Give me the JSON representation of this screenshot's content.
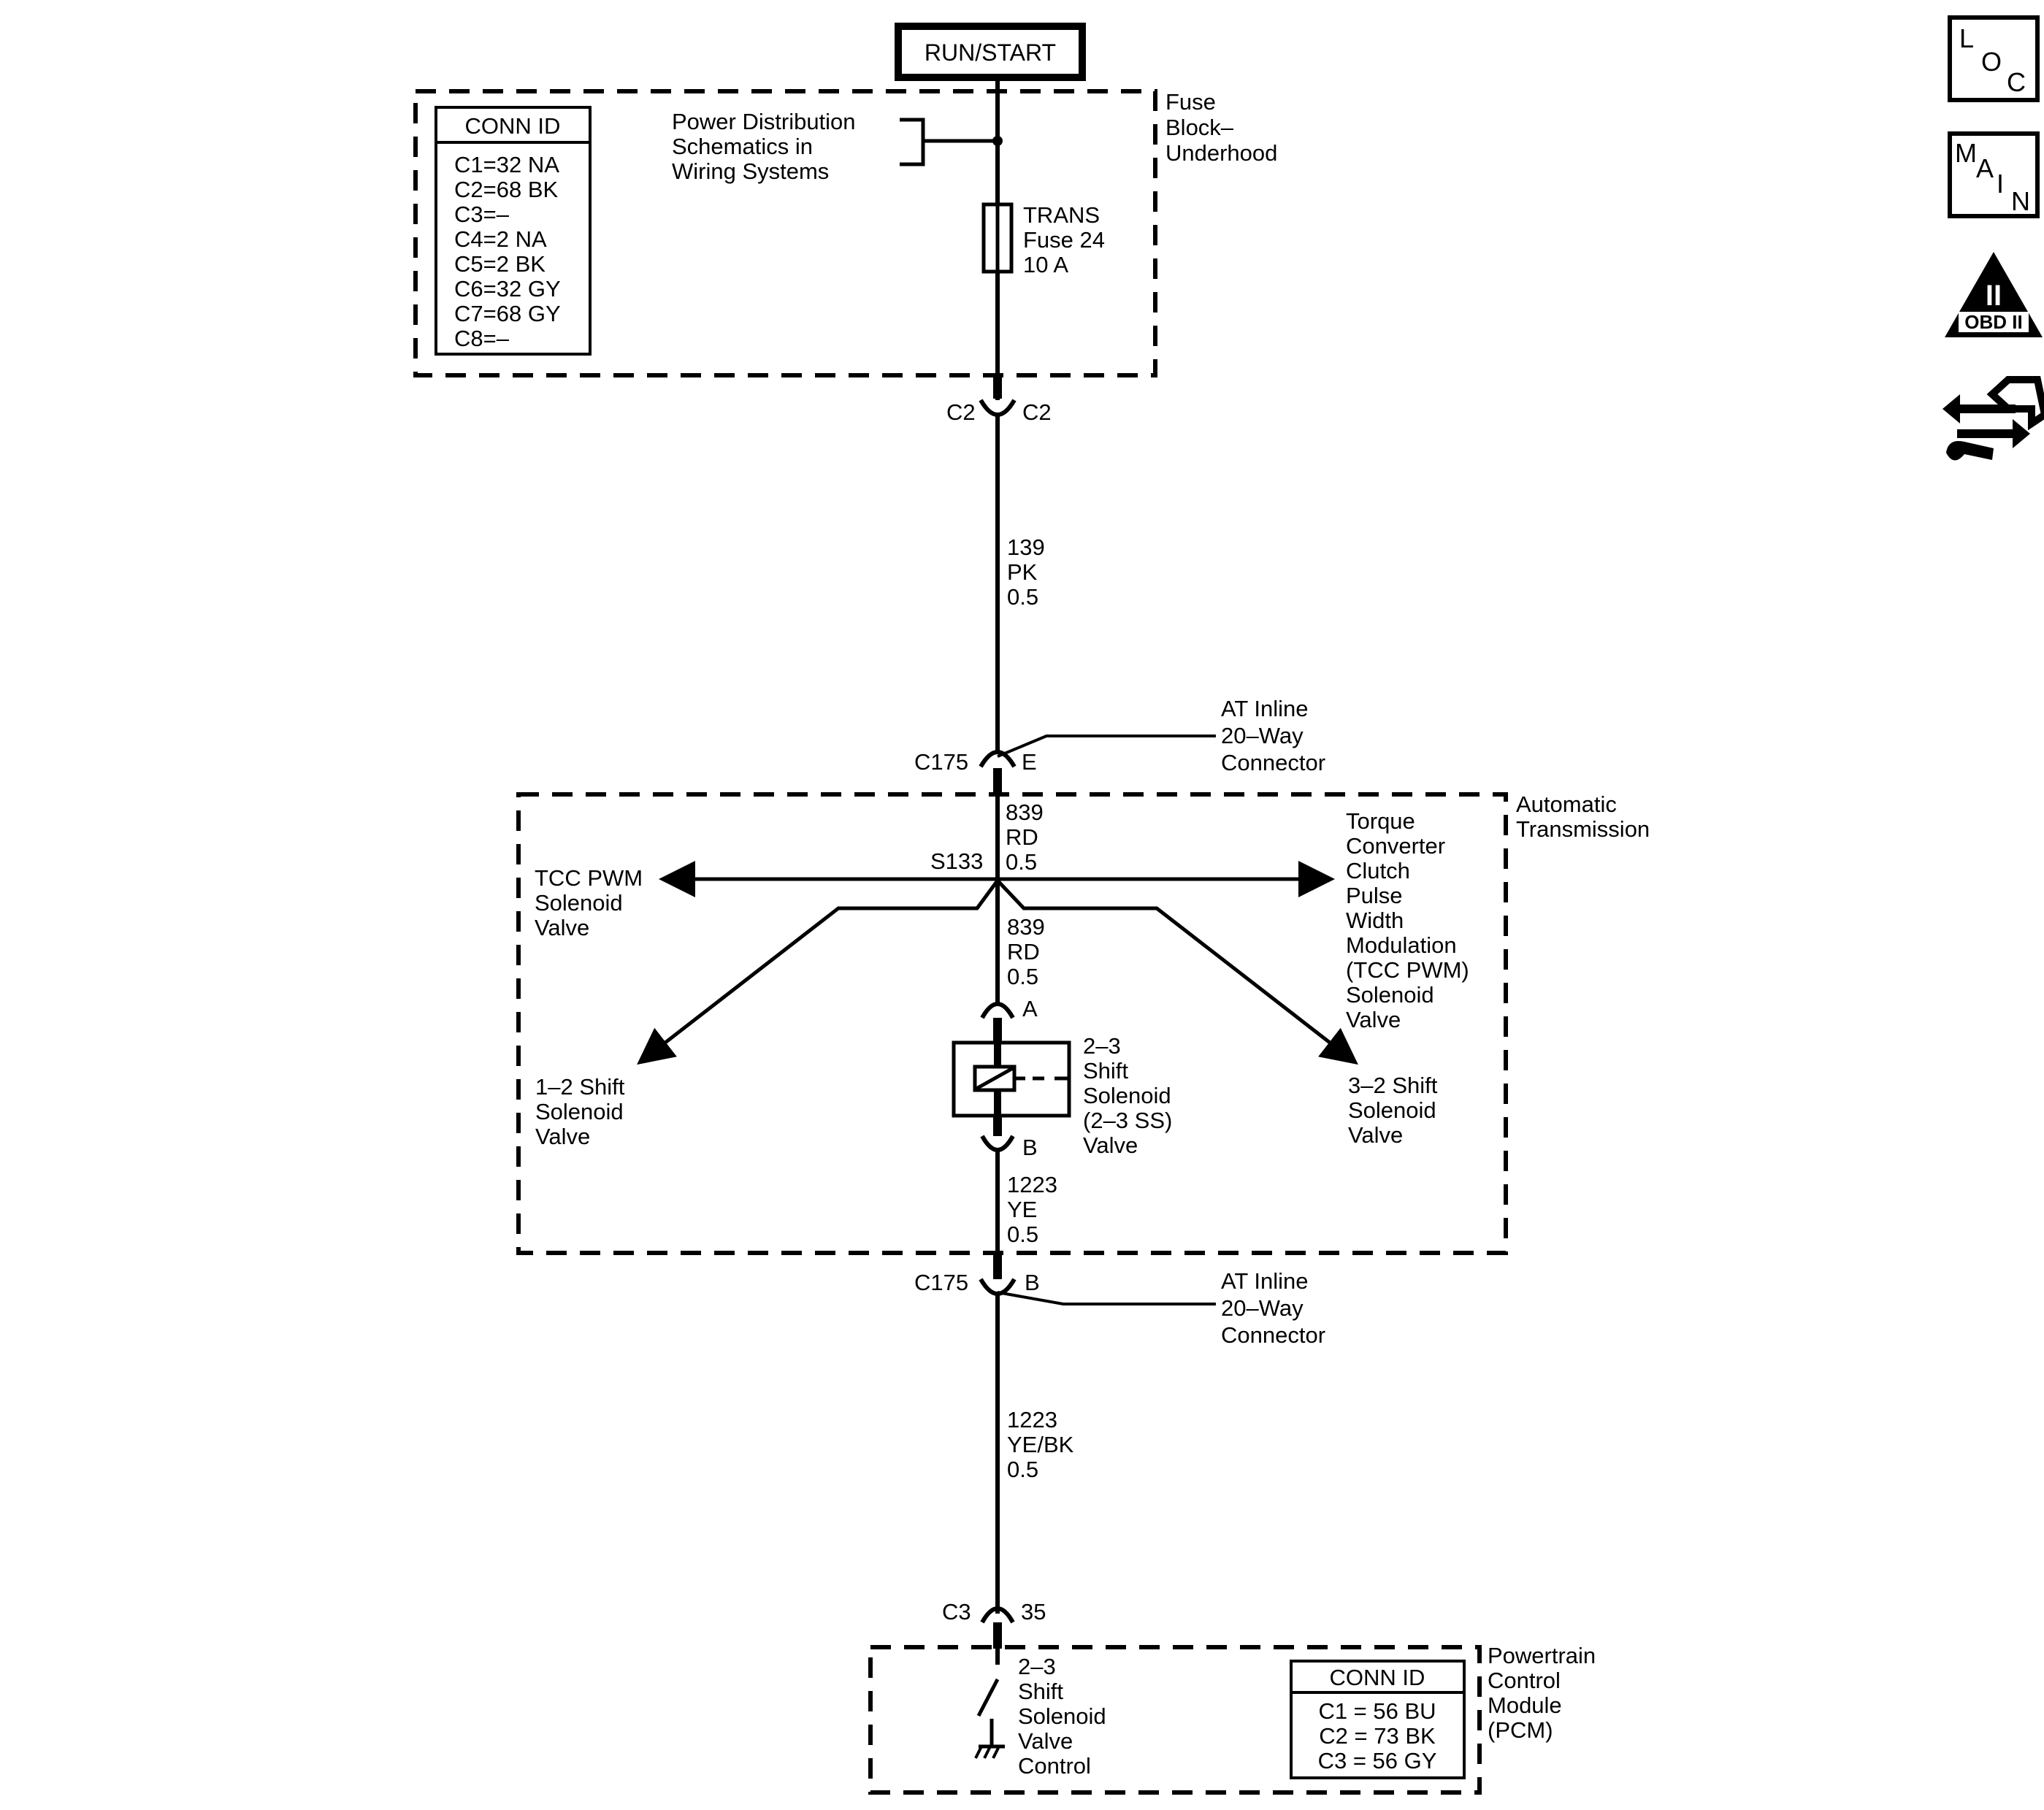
{
  "power_source": "RUN/START",
  "fuse_block": {
    "name": [
      "Fuse",
      "Block–",
      "Underhood"
    ],
    "conn_id_title": "CONN ID",
    "conn_ids": [
      "C1=32 NA",
      "C2=68 BK",
      "C3=–",
      "C4=2 NA",
      "C5=2 BK",
      "C6=32 GY",
      "C7=68 GY",
      "C8=–"
    ],
    "power_distribution": [
      "Power Distribution",
      "Schematics in",
      "Wiring Systems"
    ],
    "fuse": [
      "TRANS",
      "Fuse 24",
      "10 A"
    ]
  },
  "connector_c2": {
    "left": "C2",
    "right": "C2"
  },
  "wire_139": [
    "139",
    "PK",
    "0.5"
  ],
  "connector_c175_top": {
    "id": "C175",
    "pin": "E",
    "desc": [
      "AT Inline",
      "20–Way",
      "Connector"
    ]
  },
  "automatic_transmission": {
    "name": [
      "Automatic",
      "Transmission"
    ],
    "wire_839_top": [
      "839",
      "RD",
      "0.5"
    ],
    "splice": "S133",
    "tcc_left": [
      "TCC PWM",
      "Solenoid",
      "Valve"
    ],
    "tcc_right": [
      "Torque",
      "Converter",
      "Clutch",
      "Pulse",
      "Width",
      "Modulation",
      "(TCC PWM)",
      "Solenoid",
      "Valve"
    ],
    "shift_12": [
      "1–2 Shift",
      "Solenoid",
      "Valve"
    ],
    "shift_32": [
      "3–2 Shift",
      "Solenoid",
      "Valve"
    ],
    "wire_839_bottom": [
      "839",
      "RD",
      "0.5"
    ],
    "pin_a": "A",
    "pin_b": "B",
    "solenoid_23": [
      "2–3",
      "Shift",
      "Solenoid",
      "(2–3 SS)",
      "Valve"
    ],
    "wire_1223_inner": [
      "1223",
      "YE",
      "0.5"
    ]
  },
  "connector_c175_bottom": {
    "id": "C175",
    "pin": "B",
    "desc": [
      "AT Inline",
      "20–Way",
      "Connector"
    ]
  },
  "wire_1223_outer": [
    "1223",
    "YE/BK",
    "0.5"
  ],
  "connector_c3": {
    "id": "C3",
    "pin": "35"
  },
  "pcm": {
    "name": [
      "Powertrain",
      "Control",
      "Module",
      "(PCM)"
    ],
    "control": [
      "2–3",
      "Shift",
      "Solenoid",
      "Valve",
      "Control"
    ],
    "conn_id_title": "CONN ID",
    "conn_ids": [
      "C1 = 56 BU",
      "C2 = 73 BK",
      "C3 = 56 GY"
    ]
  },
  "side_icons": {
    "loc": [
      "L",
      "O",
      "C"
    ],
    "main": [
      "M",
      "A",
      "I",
      "N"
    ],
    "obd": [
      "II",
      "OBD II"
    ],
    "arrows_icon": "diagnostic-arrows-icon"
  }
}
